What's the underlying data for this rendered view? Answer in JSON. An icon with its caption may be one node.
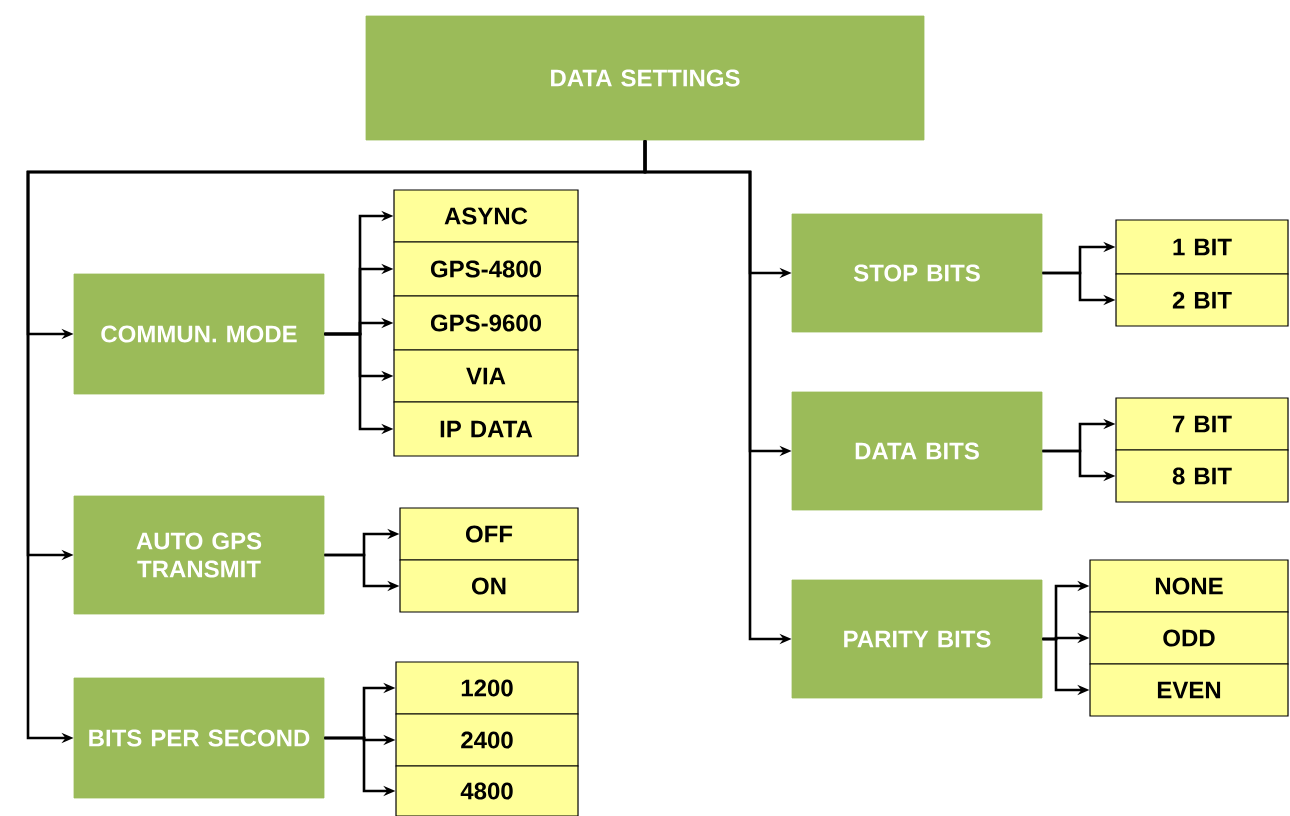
{
  "diagram": {
    "nodes": [
      {
        "text": [
          "DATA SETTINGS"
        ]
      },
      {
        "text": [
          "COMMUN. MODE"
        ]
      },
      {
        "text": [
          "ASYNC"
        ]
      },
      {
        "text": [
          "GPS-4800"
        ]
      },
      {
        "text": [
          "GPS-9600"
        ]
      },
      {
        "text": [
          "VIA"
        ]
      },
      {
        "text": [
          "IP DATA"
        ]
      },
      {
        "text": [
          "AUTO GPS TRANSMIT"
        ]
      },
      {
        "text": [
          "OFF"
        ]
      },
      {
        "text": [
          "ON"
        ]
      },
      {
        "text": [
          "BITS PER SECOND"
        ]
      },
      {
        "text": [
          "1200"
        ]
      },
      {
        "text": [
          "2400"
        ]
      },
      {
        "text": [
          "4800"
        ]
      },
      {
        "text": [
          "STOP BITS"
        ]
      },
      {
        "text": [
          "1 BIT"
        ]
      },
      {
        "text": [
          "2 BIT"
        ]
      },
      {
        "text": [
          "DATA BITS"
        ]
      },
      {
        "text": [
          "7 BIT"
        ]
      },
      {
        "text": [
          "8 BIT"
        ]
      },
      {
        "text": [
          "PARITY BITS"
        ]
      },
      {
        "text": [
          "NONE"
        ]
      },
      {
        "text": [
          "ODD"
        ]
      },
      {
        "text": [
          "EVEN"
        ]
      }
    ],
    "edges": [
      {
        "from": 0,
        "to": 1,
        "arrow": "to"
      },
      {
        "from": 0,
        "to": 7,
        "arrow": "to"
      },
      {
        "from": 0,
        "to": 10,
        "arrow": "to"
      },
      {
        "from": 0,
        "to": 14,
        "arrow": "to"
      },
      {
        "from": 0,
        "to": 17,
        "arrow": "to"
      },
      {
        "from": 0,
        "to": 20,
        "arrow": "to"
      },
      {
        "from": 1,
        "to": 2,
        "arrow": "to"
      },
      {
        "from": 1,
        "to": 3,
        "arrow": "to"
      },
      {
        "from": 1,
        "to": 4,
        "arrow": "to"
      },
      {
        "from": 1,
        "to": 5,
        "arrow": "to"
      },
      {
        "from": 1,
        "to": 6,
        "arrow": "to"
      },
      {
        "from": 7,
        "to": 8,
        "arrow": "to"
      },
      {
        "from": 7,
        "to": 9,
        "arrow": "to"
      },
      {
        "from": 10,
        "to": 11,
        "arrow": "to"
      },
      {
        "from": 10,
        "to": 12,
        "arrow": "to"
      },
      {
        "from": 10,
        "to": 13,
        "arrow": "to"
      },
      {
        "from": 14,
        "to": 15,
        "arrow": "to"
      },
      {
        "from": 14,
        "to": 16,
        "arrow": "to"
      },
      {
        "from": 17,
        "to": 18,
        "arrow": "to"
      },
      {
        "from": 17,
        "to": 19,
        "arrow": "to"
      },
      {
        "from": 20,
        "to": 21,
        "arrow": "to"
      },
      {
        "from": 20,
        "to": 22,
        "arrow": "to"
      },
      {
        "from": 20,
        "to": 23,
        "arrow": "to"
      }
    ]
  }
}
